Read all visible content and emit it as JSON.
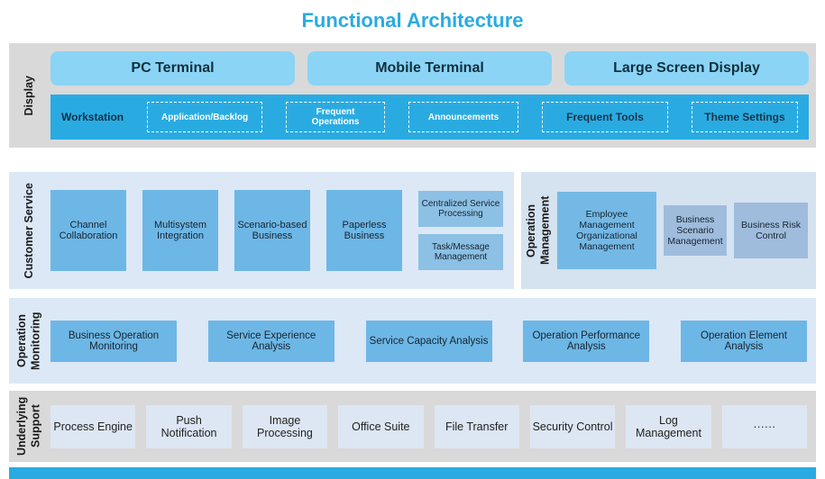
{
  "title": "Functional Architecture",
  "colors": {
    "accent": "#29abe2",
    "band_gray": "#d9d9d9",
    "terminal_box": "#8bd4f5",
    "panel_blue": "#dce8f5",
    "panel_blue_dark": "#d5e2f0",
    "box_blue": "#6db7e6",
    "box_slate": "#9fbcdc",
    "support_box": "#dde6f3"
  },
  "display": {
    "label": "Display",
    "terminals": [
      "PC Terminal",
      "Mobile Terminal",
      "Large Screen Display"
    ],
    "workstation": {
      "label": "Workstation",
      "items": [
        "Application/Backlog",
        "Frequent Operations",
        "Announcements",
        "Frequent Tools",
        "Theme Settings"
      ]
    }
  },
  "customer_service": {
    "label": "Customer Service",
    "items": [
      "Channel Collaboration",
      "Multisystem Integration",
      "Scenario-based Business",
      "Paperless Business"
    ],
    "stacked": [
      "Centralized Service Processing",
      "Task/Message Management"
    ]
  },
  "operation_management": {
    "label": "Operation Management",
    "items": [
      "Employee Management Organizational Management",
      "Business Scenario Management",
      "Business Risk Control"
    ]
  },
  "operation_monitoring": {
    "label": "Operation Monitoring",
    "items": [
      "Business Operation Monitoring",
      "Service Experience Analysis",
      "Service Capacity Analysis",
      "Operation Performance Analysis",
      "Operation Element Analysis"
    ]
  },
  "underlying_support": {
    "label": "Underlying Support",
    "items": [
      "Process Engine",
      "Push Notification",
      "Image Processing",
      "Office Suite",
      "File Transfer",
      "Security Control",
      "Log Management",
      "······"
    ]
  }
}
